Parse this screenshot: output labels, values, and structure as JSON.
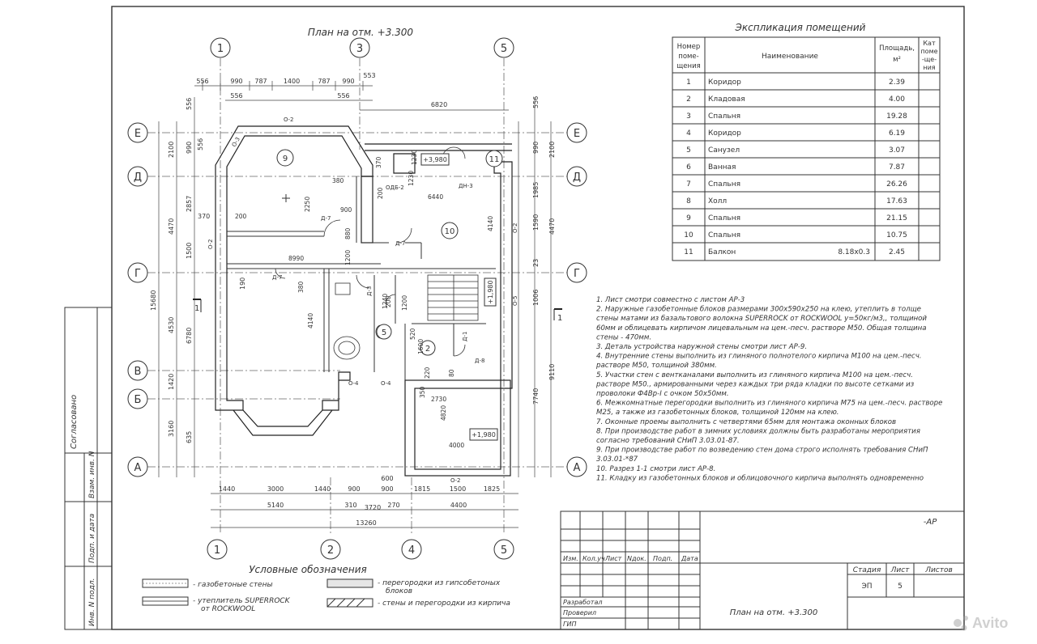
{
  "drawing": {
    "plan_title": "План на отм. +3.300",
    "axes_letters": [
      "Е",
      "Д",
      "Г",
      "В",
      "Б",
      "А"
    ],
    "axes_numbers_top": [
      "1",
      "3",
      "5"
    ],
    "axes_numbers_bottom": [
      "1",
      "2",
      "4",
      "5"
    ],
    "dims_top": [
      "556",
      "990",
      "787",
      "1400",
      "787",
      "990",
      "553",
      "556",
      "556",
      "6820"
    ],
    "dims_bottom_row1": [
      "1440",
      "3000",
      "1440",
      "900",
      "900",
      "1815",
      "1500",
      "1825"
    ],
    "dims_bottom_row2": [
      "5140",
      "310",
      "3720",
      "270",
      "4400"
    ],
    "dims_bottom_600": "600",
    "dims_bottom_total": "13260",
    "dims_left": [
      "556",
      "2100",
      "990",
      "556",
      "2857",
      "370",
      "4470",
      "1500",
      "15680",
      "4530",
      "6780",
      "190",
      "1420",
      "3160",
      "635"
    ],
    "dims_right": [
      "556",
      "2100",
      "990",
      "1985",
      "4470",
      "1590",
      "23",
      "1006",
      "9110",
      "7740"
    ],
    "room_labels": [
      "9",
      "10",
      "11",
      "5",
      "2"
    ],
    "marks": [
      "+3,980",
      "+1,980",
      "+1,980"
    ],
    "openings": [
      "ОДБ-2",
      "ДН-3",
      "Д-7",
      "Д-7",
      "Д-7",
      "Д-3",
      "Д-1",
      "Д-8",
      "О-2",
      "О-2",
      "О-3",
      "О-2",
      "О-4",
      "О-4",
      "О-5",
      "О-2"
    ],
    "inner_dims": [
      "380",
      "2250",
      "900",
      "880",
      "200",
      "6440",
      "4140",
      "1200",
      "1230",
      "370",
      "200",
      "8990",
      "380",
      "4140",
      "200",
      "520",
      "1200",
      "1600",
      "220",
      "80",
      "350",
      "2730",
      "4820",
      "4000",
      "1230",
      "1240"
    ],
    "section_mark": "1"
  },
  "explication": {
    "title": "Экспликация помещений",
    "headers": [
      "Номер поме-щения",
      "Наименование",
      "Площадь, м²",
      "Кат поме-щения"
    ],
    "rows": [
      {
        "n": "1",
        "name": "Коридор",
        "extra": "",
        "area": "2.39"
      },
      {
        "n": "2",
        "name": "Кладовая",
        "extra": "",
        "area": "4.00"
      },
      {
        "n": "3",
        "name": "Спальня",
        "extra": "",
        "area": "19.28"
      },
      {
        "n": "4",
        "name": "Коридор",
        "extra": "",
        "area": "6.19"
      },
      {
        "n": "5",
        "name": "Санузел",
        "extra": "",
        "area": "3.07"
      },
      {
        "n": "6",
        "name": "Ванная",
        "extra": "",
        "area": "7.87"
      },
      {
        "n": "7",
        "name": "Спальня",
        "extra": "",
        "area": "26.26"
      },
      {
        "n": "8",
        "name": "Холл",
        "extra": "",
        "area": "17.63"
      },
      {
        "n": "9",
        "name": "Спальня",
        "extra": "",
        "area": "21.15"
      },
      {
        "n": "10",
        "name": "Спальня",
        "extra": "",
        "area": "10.75"
      },
      {
        "n": "11",
        "name": "Балкон",
        "extra": "8.18x0.3",
        "area": "2.45"
      }
    ]
  },
  "notes": [
    "1.  Лист смотри совместно с листом  АР-3",
    "2.  Наружные газобетонные блоков размерами 300х590х250 на клею, утеплить в толще",
    "     стены матами из базальтового волокна  SUPERROCK от ROCKWOOL  у=50кг/м3,, толщиной",
    "     60мм и облицевать кирпичом лицевальным на цем.-песч. растворе М50. Общая толщина",
    "     стены  - 470мм.",
    "3.  Деталь устройства наружной стены смотри лист  АР-9.",
    "4.  Внутренние стены выполнить из глиняного полнотелого кирпича М100 на цем.-песч.",
    "     растворе М50, толщиной 380мм.",
    "5.  Участки стен с вентканалами выполнить из глиняного кирпича М100 на цем.-песч.",
    "     растворе М50., армированными через каждых три ряда кладки по высоте сетками из",
    "     проволоки Ф4Вр-I с очком 50х50мм.",
    "6.  Межкомнатные перегородки выполнить из глиняного кирпича М75 на цем.-песч. растворе",
    "     М25, а также из газобетонных блоков, толщиной 120мм на клею.",
    "7.  Оконные проемы выполнить  с четвертями 65мм для монтажа оконных блоков",
    "8.  При производстве работ в зимних условиях должны быть разработаны мероприятия",
    "     согласно требований СНиП 3.03.01-87.",
    "9.  При производстве работ по возведению стен дома строго исполнять требования    СНиП",
    "     3.03.01-*87",
    "10.  Разрез 1-1 смотри лист  АР-8.",
    "11.  Кладку из газобетонных блоков и облицовочного кирпича выполнять одновременно"
  ],
  "legend": {
    "title": "Условные обозначения",
    "items": [
      "- газобетоные стены",
      "- утеплитель SUPERROCK",
      "от ROCKWOOL",
      "- перегородки из гипсобетоных",
      "блоков",
      "- стены и перегородки из кирпича"
    ]
  },
  "side_stamp": [
    "Согласовано",
    "Взам. инв. N",
    "Подп. и дата",
    "Инв. N подл."
  ],
  "title_block": {
    "code": "-АР",
    "cols": [
      "Изм.",
      "Кол.уч",
      "Лист",
      "Nдок.",
      "Подп.",
      "Дата"
    ],
    "roles": [
      "Разработал",
      "Проверил",
      "ГИП"
    ],
    "stage_label": "Стадия",
    "sheet_label": "Лист",
    "sheets_label": "Листов",
    "stage": "ЭП",
    "sheet": "5",
    "sheet_title": "План на отм. +3.300"
  },
  "watermark": "Avito"
}
